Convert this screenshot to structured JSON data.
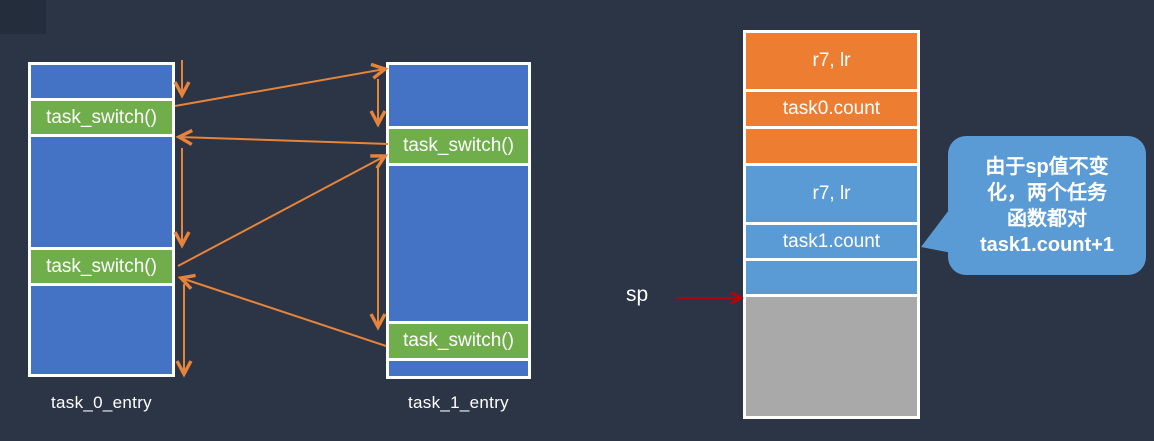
{
  "colors": {
    "background": "#2b3546",
    "column_blue": "#4472c4",
    "switch_green": "#6fae4b",
    "arrow_orange": "#e8833a",
    "stack_orange": "#ed7d31",
    "stack_blue": "#5b9bd5",
    "stack_gray": "#a9a9a9",
    "sp_red": "#c00000",
    "bubble_blue": "#5b9bd5",
    "border_white": "#ffffff"
  },
  "flow": {
    "task0": {
      "label": "task_0_entry",
      "switch_label": "task_switch()"
    },
    "task1": {
      "label": "task_1_entry",
      "switch_label": "task_switch()"
    }
  },
  "stack": {
    "sp_label": "sp",
    "cells": [
      {
        "label": "r7, lr",
        "color": "orange"
      },
      {
        "label": "task0.count",
        "color": "orange"
      },
      {
        "label": "",
        "color": "orange"
      },
      {
        "label": "r7, lr",
        "color": "blue"
      },
      {
        "label": "task1.count",
        "color": "blue"
      },
      {
        "label": "",
        "color": "blue"
      },
      {
        "label": "",
        "color": "gray"
      }
    ]
  },
  "callout": {
    "lines": [
      "由于sp值不变",
      "化，两个任务",
      "函数都对",
      "task1.count+1"
    ]
  }
}
